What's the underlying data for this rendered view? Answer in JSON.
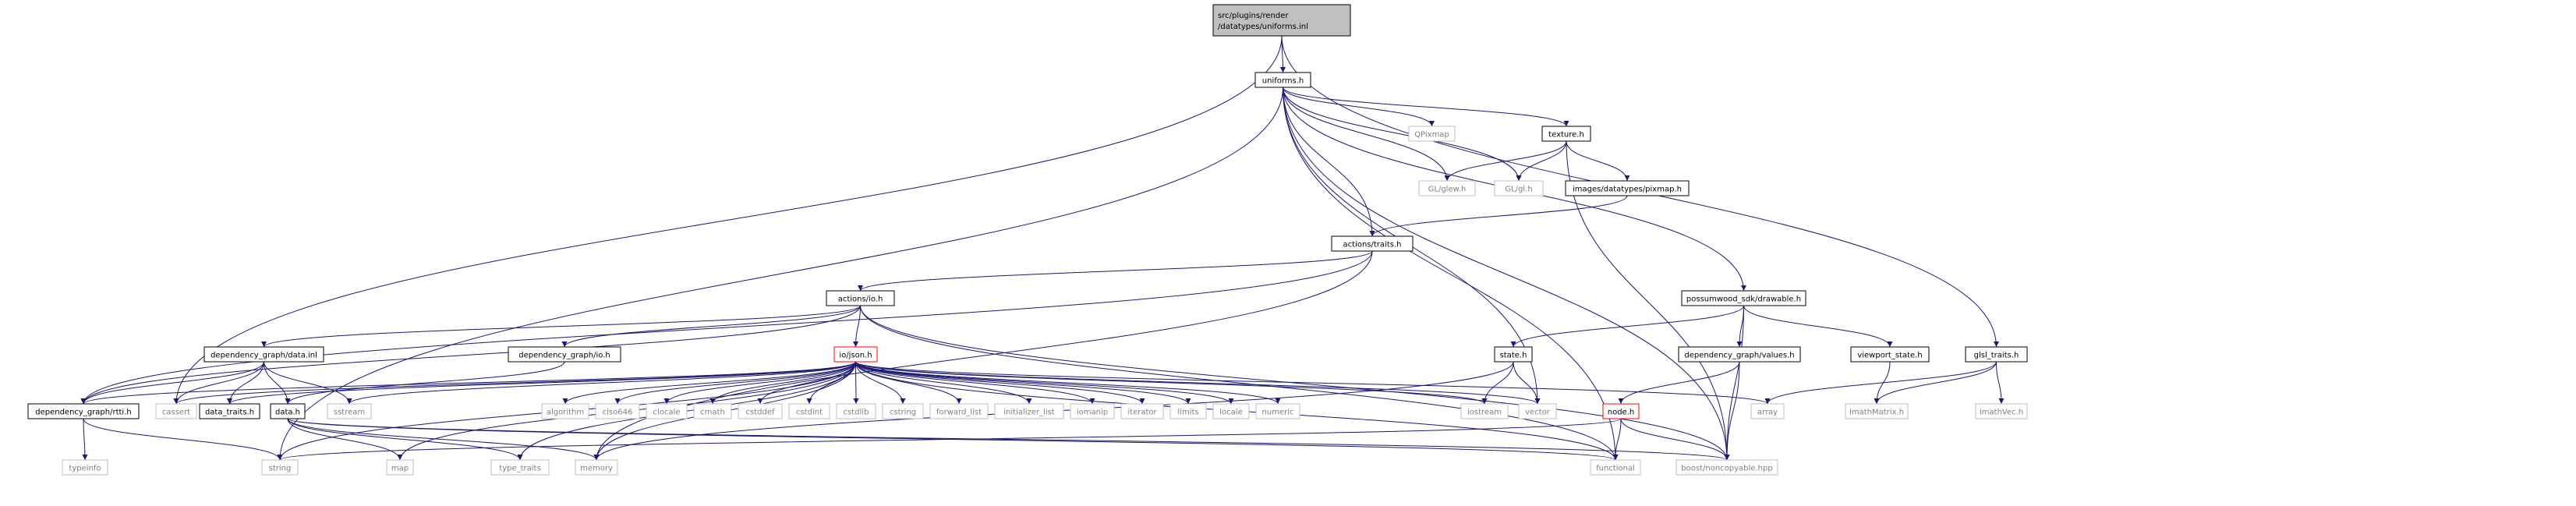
{
  "title": "src/plugins/render/datatypes/uniforms.inl dependency graph",
  "colors": {
    "edge": "#191970",
    "root_fill": "#bfbfbf",
    "node_border": "#000000",
    "system_border": "#bfbfbf",
    "missing_border": "#ff0000",
    "system_text": "#7f7f7f"
  },
  "nodes": [
    {
      "id": "root",
      "lines": [
        "src/plugins/render",
        "/datatypes/uniforms.inl"
      ],
      "kind": "root"
    },
    {
      "id": "uniforms",
      "lines": [
        "uniforms.h"
      ],
      "kind": "normal"
    },
    {
      "id": "qpixmap",
      "lines": [
        "QPixmap"
      ],
      "kind": "system"
    },
    {
      "id": "texture",
      "lines": [
        "texture.h"
      ],
      "kind": "normal"
    },
    {
      "id": "glew",
      "lines": [
        "GL/glew.h"
      ],
      "kind": "system"
    },
    {
      "id": "gl",
      "lines": [
        "GL/gl.h"
      ],
      "kind": "system"
    },
    {
      "id": "pixmap",
      "lines": [
        "images/datatypes/pixmap.h"
      ],
      "kind": "normal"
    },
    {
      "id": "traits",
      "lines": [
        "actions/traits.h"
      ],
      "kind": "normal"
    },
    {
      "id": "aio",
      "lines": [
        "actions/io.h"
      ],
      "kind": "normal"
    },
    {
      "id": "drawable",
      "lines": [
        "possumwood_sdk/drawable.h"
      ],
      "kind": "normal"
    },
    {
      "id": "datainl",
      "lines": [
        "dependency_graph/data.inl"
      ],
      "kind": "normal"
    },
    {
      "id": "dgio",
      "lines": [
        "dependency_graph/io.h"
      ],
      "kind": "normal"
    },
    {
      "id": "json",
      "lines": [
        "io/json.h"
      ],
      "kind": "missing"
    },
    {
      "id": "state",
      "lines": [
        "state.h"
      ],
      "kind": "normal"
    },
    {
      "id": "values",
      "lines": [
        "dependency_graph/values.h"
      ],
      "kind": "normal"
    },
    {
      "id": "vpstate",
      "lines": [
        "viewport_state.h"
      ],
      "kind": "normal"
    },
    {
      "id": "glsl",
      "lines": [
        "glsl_traits.h"
      ],
      "kind": "normal"
    },
    {
      "id": "rtti",
      "lines": [
        "dependency_graph/rtti.h"
      ],
      "kind": "normal"
    },
    {
      "id": "cassert",
      "lines": [
        "cassert"
      ],
      "kind": "system"
    },
    {
      "id": "datatraits",
      "lines": [
        "data_traits.h"
      ],
      "kind": "normal"
    },
    {
      "id": "datah",
      "lines": [
        "data.h"
      ],
      "kind": "normal"
    },
    {
      "id": "sstream",
      "lines": [
        "sstream"
      ],
      "kind": "system"
    },
    {
      "id": "algorithm",
      "lines": [
        "algorithm"
      ],
      "kind": "system"
    },
    {
      "id": "ciso646",
      "lines": [
        "ciso646"
      ],
      "kind": "system"
    },
    {
      "id": "clocale",
      "lines": [
        "clocale"
      ],
      "kind": "system"
    },
    {
      "id": "cmath",
      "lines": [
        "cmath"
      ],
      "kind": "system"
    },
    {
      "id": "cstddef",
      "lines": [
        "cstddef"
      ],
      "kind": "system"
    },
    {
      "id": "cstdint",
      "lines": [
        "cstdint"
      ],
      "kind": "system"
    },
    {
      "id": "cstdlib",
      "lines": [
        "cstdlib"
      ],
      "kind": "system"
    },
    {
      "id": "cstring",
      "lines": [
        "cstring"
      ],
      "kind": "system"
    },
    {
      "id": "fwdlist",
      "lines": [
        "forward_list"
      ],
      "kind": "system"
    },
    {
      "id": "initlist",
      "lines": [
        "initializer_list"
      ],
      "kind": "system"
    },
    {
      "id": "iomanip",
      "lines": [
        "iomanip"
      ],
      "kind": "system"
    },
    {
      "id": "iterator",
      "lines": [
        "iterator"
      ],
      "kind": "system"
    },
    {
      "id": "limits",
      "lines": [
        "limits"
      ],
      "kind": "system"
    },
    {
      "id": "locale",
      "lines": [
        "locale"
      ],
      "kind": "system"
    },
    {
      "id": "numeric",
      "lines": [
        "numeric"
      ],
      "kind": "system"
    },
    {
      "id": "iostream",
      "lines": [
        "iostream"
      ],
      "kind": "system"
    },
    {
      "id": "vector",
      "lines": [
        "vector"
      ],
      "kind": "system"
    },
    {
      "id": "array",
      "lines": [
        "array"
      ],
      "kind": "system"
    },
    {
      "id": "node",
      "lines": [
        "node.h"
      ],
      "kind": "missing"
    },
    {
      "id": "imathmat",
      "lines": [
        "ImathMatrix.h"
      ],
      "kind": "system"
    },
    {
      "id": "imathvec",
      "lines": [
        "ImathVec.h"
      ],
      "kind": "system"
    },
    {
      "id": "typeinfo",
      "lines": [
        "typeinfo"
      ],
      "kind": "system"
    },
    {
      "id": "string",
      "lines": [
        "string"
      ],
      "kind": "system"
    },
    {
      "id": "map",
      "lines": [
        "map"
      ],
      "kind": "system"
    },
    {
      "id": "typetraits",
      "lines": [
        "type_traits"
      ],
      "kind": "system"
    },
    {
      "id": "memory",
      "lines": [
        "memory"
      ],
      "kind": "system"
    },
    {
      "id": "functional",
      "lines": [
        "functional"
      ],
      "kind": "system"
    },
    {
      "id": "noncopy",
      "lines": [
        "boost/noncopyable.hpp"
      ],
      "kind": "system"
    }
  ],
  "edges": [
    [
      "root",
      "uniforms"
    ],
    [
      "root",
      "cassert"
    ],
    [
      "root",
      "glsl"
    ],
    [
      "uniforms",
      "qpixmap"
    ],
    [
      "uniforms",
      "texture"
    ],
    [
      "uniforms",
      "glew"
    ],
    [
      "uniforms",
      "gl"
    ],
    [
      "uniforms",
      "traits"
    ],
    [
      "uniforms",
      "drawable"
    ],
    [
      "uniforms",
      "vector"
    ],
    [
      "uniforms",
      "string"
    ],
    [
      "uniforms",
      "functional"
    ],
    [
      "uniforms",
      "noncopy"
    ],
    [
      "texture",
      "glew"
    ],
    [
      "texture",
      "gl"
    ],
    [
      "texture",
      "pixmap"
    ],
    [
      "texture",
      "noncopy"
    ],
    [
      "pixmap",
      "traits"
    ],
    [
      "traits",
      "aio"
    ],
    [
      "traits",
      "rtti"
    ],
    [
      "traits",
      "memory"
    ],
    [
      "aio",
      "json"
    ],
    [
      "aio",
      "datainl"
    ],
    [
      "aio",
      "dgio"
    ],
    [
      "aio",
      "rtti"
    ],
    [
      "aio",
      "functional"
    ],
    [
      "aio",
      "noncopy"
    ],
    [
      "drawable",
      "state"
    ],
    [
      "drawable",
      "values"
    ],
    [
      "drawable",
      "vpstate"
    ],
    [
      "drawable",
      "noncopy"
    ],
    [
      "datainl",
      "rtti"
    ],
    [
      "datainl",
      "datatraits"
    ],
    [
      "datainl",
      "datah"
    ],
    [
      "datainl",
      "sstream"
    ],
    [
      "datainl",
      "cassert"
    ],
    [
      "dgio",
      "datah"
    ],
    [
      "json",
      "algorithm"
    ],
    [
      "json",
      "ciso646"
    ],
    [
      "json",
      "clocale"
    ],
    [
      "json",
      "cmath"
    ],
    [
      "json",
      "cstddef"
    ],
    [
      "json",
      "cstdint"
    ],
    [
      "json",
      "cstdlib"
    ],
    [
      "json",
      "cstring"
    ],
    [
      "json",
      "fwdlist"
    ],
    [
      "json",
      "initlist"
    ],
    [
      "json",
      "iomanip"
    ],
    [
      "json",
      "iterator"
    ],
    [
      "json",
      "limits"
    ],
    [
      "json",
      "locale"
    ],
    [
      "json",
      "numeric"
    ],
    [
      "json",
      "iostream"
    ],
    [
      "json",
      "vector"
    ],
    [
      "json",
      "array"
    ],
    [
      "json",
      "string"
    ],
    [
      "json",
      "map"
    ],
    [
      "json",
      "typetraits"
    ],
    [
      "json",
      "memory"
    ],
    [
      "json",
      "functional"
    ],
    [
      "json",
      "sstream"
    ],
    [
      "json",
      "cassert"
    ],
    [
      "json",
      "datatraits"
    ],
    [
      "json",
      "rtti"
    ],
    [
      "state",
      "iostream"
    ],
    [
      "state",
      "vector"
    ],
    [
      "state",
      "memory"
    ],
    [
      "values",
      "node"
    ],
    [
      "values",
      "noncopy"
    ],
    [
      "vpstate",
      "imathmat"
    ],
    [
      "glsl",
      "imathmat"
    ],
    [
      "glsl",
      "imathvec"
    ],
    [
      "glsl",
      "array"
    ],
    [
      "node",
      "functional"
    ],
    [
      "node",
      "string"
    ],
    [
      "node",
      "noncopy"
    ],
    [
      "rtti",
      "typeinfo"
    ],
    [
      "rtti",
      "string"
    ],
    [
      "datah",
      "map"
    ],
    [
      "datah",
      "typetraits"
    ],
    [
      "datah",
      "memory"
    ],
    [
      "datah",
      "functional"
    ],
    [
      "datah",
      "noncopy"
    ]
  ]
}
